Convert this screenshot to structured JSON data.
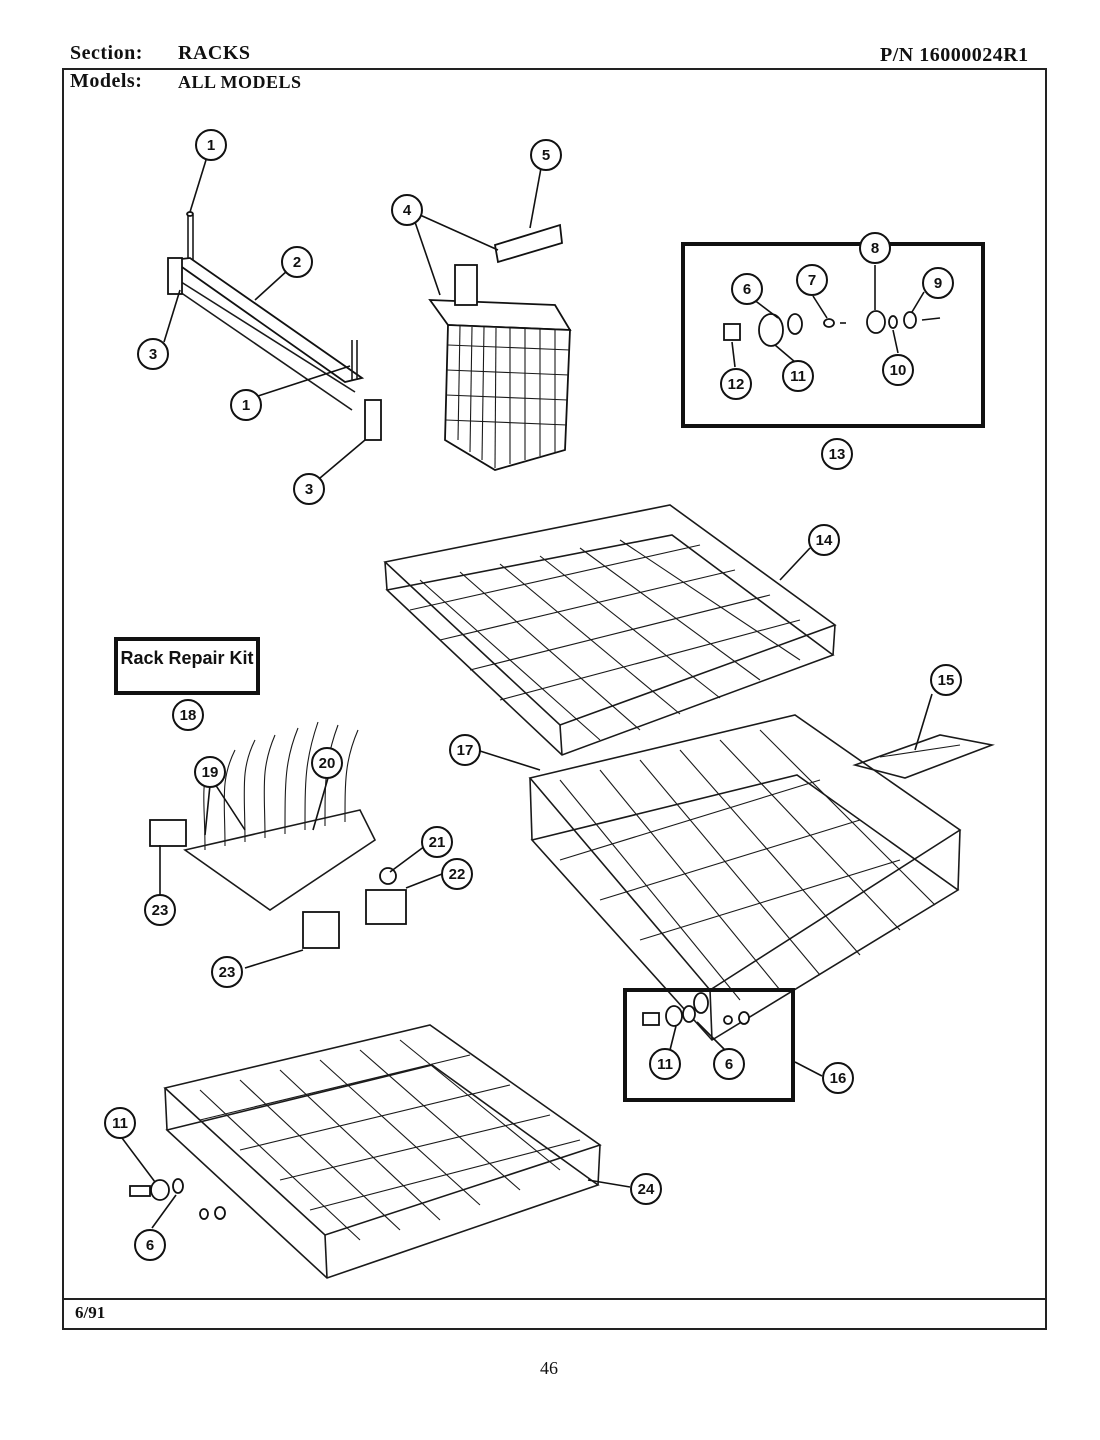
{
  "header": {
    "section_label": "Section:",
    "section_value": "RACKS",
    "models_label": "Models:",
    "models_value": "ALL MODELS",
    "part_number": "P/N 16000024R1"
  },
  "kit_label": "Rack Repair Kit",
  "footer": {
    "date": "6/91",
    "page": "46"
  },
  "callouts": [
    "1",
    "2",
    "3",
    "1",
    "3",
    "4",
    "5",
    "6",
    "7",
    "8",
    "9",
    "12",
    "11",
    "10",
    "13",
    "14",
    "15",
    "18",
    "20",
    "19",
    "17",
    "21",
    "22",
    "23",
    "23",
    "11",
    "6",
    "16",
    "11",
    "24",
    "6"
  ]
}
